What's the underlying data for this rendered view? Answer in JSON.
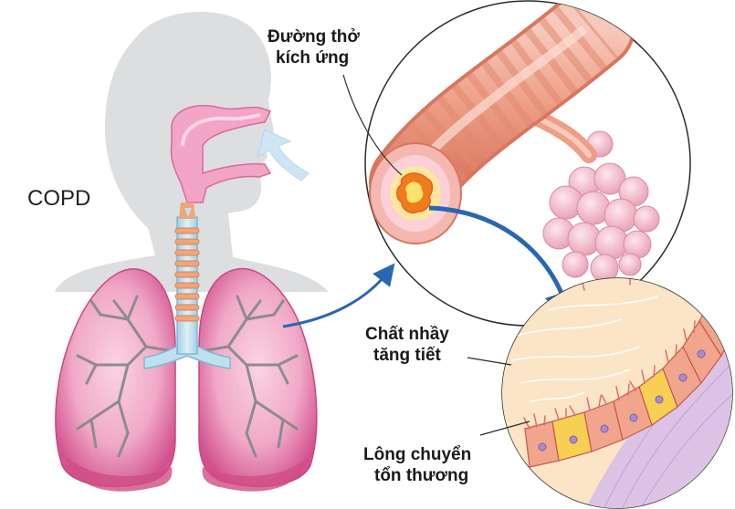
{
  "title": "COPD",
  "labels": {
    "airway_line1": "Đường thở",
    "airway_line2": "kích ứng",
    "mucus_line1": "Chất nhầy",
    "mucus_line2": "tăng tiết",
    "cilia_line1": "Lông chuyển",
    "cilia_line2": "tổn thương"
  },
  "colors": {
    "head_silhouette": "#d9dbdd",
    "lung_fill": "#f0a9c6",
    "lung_dark": "#d2528f",
    "trachea": "#bfe0ee",
    "airflow_arrow": "#cfe5f3",
    "pointer_arrow": "#2a66b2",
    "bronchus": "#e9a07e",
    "mucus": "#f3ce7b",
    "cells": "#f0a58c"
  }
}
